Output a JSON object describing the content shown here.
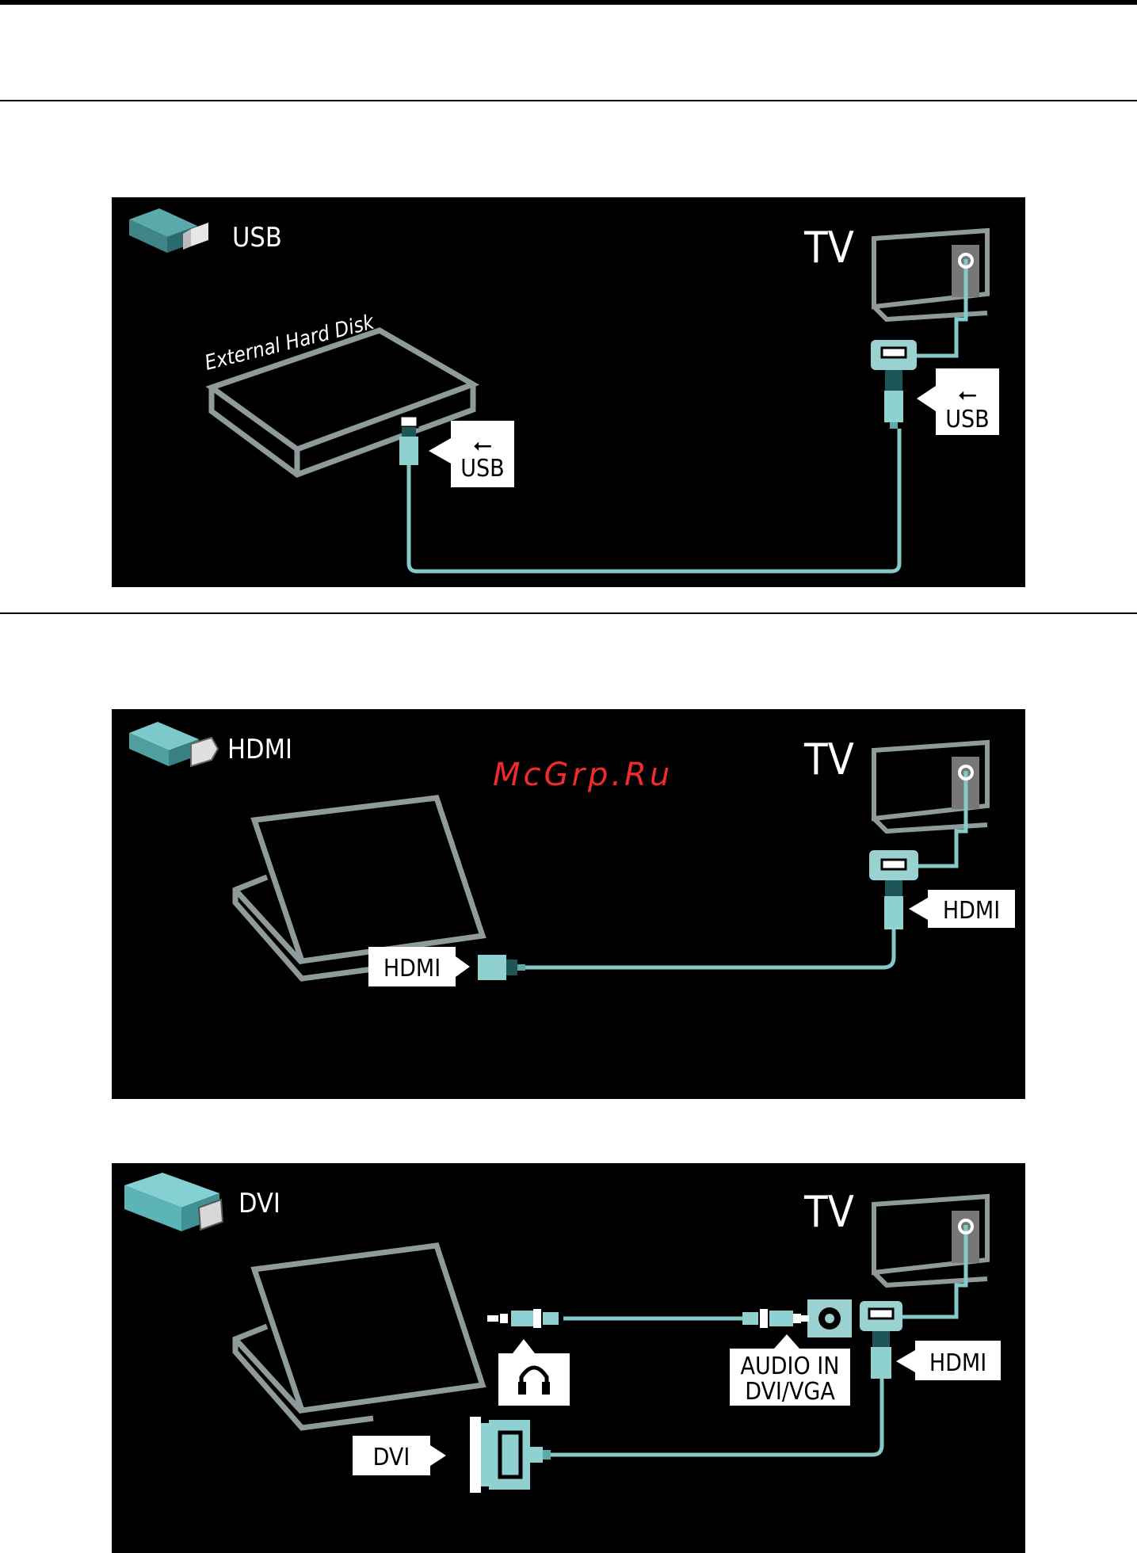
{
  "panels": {
    "usb": {
      "title": "USB",
      "tv_label": "TV",
      "device_label": "External Hard Disk",
      "device_port_label": "USB",
      "tv_port_label": "USB"
    },
    "hdmi": {
      "title": "HDMI",
      "tv_label": "TV",
      "device_port_label": "HDMI",
      "tv_port_label": "HDMI"
    },
    "dvi": {
      "title": "DVI",
      "tv_label": "TV",
      "device_port_label": "DVI",
      "audio_in_line1": "AUDIO IN",
      "audio_in_line2": "DVI/VGA",
      "tv_port_label": "HDMI"
    }
  },
  "watermark": "McGrp.Ru",
  "colors": {
    "cable": "#86c9c9",
    "outline": "#8f9b9b",
    "connector_light": "#8fd0d0",
    "icon_teal": "#6cc4c6",
    "watermark": "#ef2b2b"
  }
}
